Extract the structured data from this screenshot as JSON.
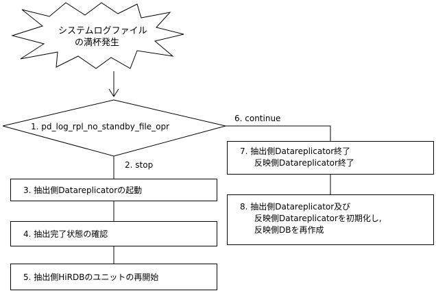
{
  "start": {
    "line1": "システムログファイル",
    "line2": "の満杯発生"
  },
  "decision": {
    "label": "1. pd_log_rpl_no_standby_file_opr",
    "yes_label": "2. stop",
    "no_label": "6. continue"
  },
  "steps": {
    "step3": "3. 抽出側Datareplicatorの起動",
    "step4": "4. 抽出完了状態の確認",
    "step5": "5. 抽出側HiRDBのユニットの再開始",
    "step7_line1": "7. 抽出側Datareplicator終了",
    "step7_line2": "反映側Datareplicator終了",
    "step8_line1": "8. 抽出側Datareplicator及び",
    "step8_line2": "反映側Datareplicatorを初期化し,",
    "step8_line3": "反映側DBを再作成"
  }
}
